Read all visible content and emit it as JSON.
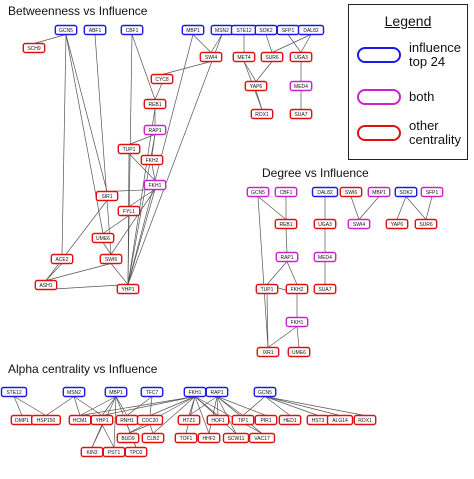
{
  "colors": {
    "influence": "#1a1ae6",
    "both": "#cc22cc",
    "other": "#e01010",
    "edge": "#555555"
  },
  "titles": {
    "betweenness": "Betweenness vs Influence",
    "degree": "Degree vs Influence",
    "alpha": "Alpha centrality vs Influence"
  },
  "legend": {
    "title": "Legend",
    "items": [
      {
        "type": "influence",
        "label_lines": [
          "influence",
          "top 24"
        ]
      },
      {
        "type": "both",
        "label_lines": [
          "both"
        ]
      },
      {
        "type": "other",
        "label_lines": [
          "other",
          "centrality"
        ]
      }
    ]
  },
  "nodes": [
    {
      "id": "b_sch9",
      "label": "SCH9",
      "type": "other"
    },
    {
      "id": "b_gcn5",
      "label": "GCN5",
      "type": "influence"
    },
    {
      "id": "b_abf1",
      "label": "ABF1",
      "type": "influence"
    },
    {
      "id": "b_cbf1",
      "label": "CBF1",
      "type": "influence"
    },
    {
      "id": "b_mbp1",
      "label": "MBP1",
      "type": "influence"
    },
    {
      "id": "b_msn2",
      "label": "MSN2",
      "type": "influence"
    },
    {
      "id": "b_ste12",
      "label": "STE12",
      "type": "influence"
    },
    {
      "id": "b_sok2",
      "label": "SOK2",
      "type": "influence"
    },
    {
      "id": "b_sfp1",
      "label": "SFP1",
      "type": "influence"
    },
    {
      "id": "b_dal82",
      "label": "DAL82",
      "type": "influence"
    },
    {
      "id": "b_swi4",
      "label": "SWI4",
      "type": "other"
    },
    {
      "id": "b_met4",
      "label": "MET4",
      "type": "other"
    },
    {
      "id": "b_sur6",
      "label": "SUR6",
      "type": "other"
    },
    {
      "id": "b_uga3",
      "label": "UGA3",
      "type": "other"
    },
    {
      "id": "b_cyc8",
      "label": "CYC8",
      "type": "other"
    },
    {
      "id": "b_yap6",
      "label": "YAP6",
      "type": "other"
    },
    {
      "id": "b_med4",
      "label": "MED4",
      "type": "both"
    },
    {
      "id": "b_reb1",
      "label": "REB1",
      "type": "other"
    },
    {
      "id": "b_rox1",
      "label": "ROX1",
      "type": "other"
    },
    {
      "id": "b_sua7",
      "label": "SUA7",
      "type": "other"
    },
    {
      "id": "b_rap1",
      "label": "RAP1",
      "type": "both"
    },
    {
      "id": "b_tup1",
      "label": "TUP1",
      "type": "other"
    },
    {
      "id": "b_fkh2",
      "label": "FKH2",
      "type": "other"
    },
    {
      "id": "b_fkh1",
      "label": "FKH1",
      "type": "both"
    },
    {
      "id": "b_sir1",
      "label": "SIR1",
      "type": "other"
    },
    {
      "id": "b_fyl1",
      "label": "FYL1",
      "type": "other"
    },
    {
      "id": "b_ume6",
      "label": "UME6",
      "type": "other"
    },
    {
      "id": "b_ace2",
      "label": "ACE2",
      "type": "other"
    },
    {
      "id": "b_swi6",
      "label": "SWI6",
      "type": "other"
    },
    {
      "id": "b_ash1",
      "label": "ASH1",
      "type": "other"
    },
    {
      "id": "b_yhp1",
      "label": "YHP1",
      "type": "other"
    },
    {
      "id": "d_gcn5",
      "label": "GCN5",
      "type": "both"
    },
    {
      "id": "d_cbf1",
      "label": "CBF1",
      "type": "both"
    },
    {
      "id": "d_dal82",
      "label": "DAL82",
      "type": "influence"
    },
    {
      "id": "d_swi6",
      "label": "SWI6",
      "type": "other"
    },
    {
      "id": "d_mbp1",
      "label": "MBP1",
      "type": "both"
    },
    {
      "id": "d_sok2",
      "label": "SOK2",
      "type": "influence"
    },
    {
      "id": "d_sfp1",
      "label": "SFP1",
      "type": "both"
    },
    {
      "id": "d_reb1",
      "label": "REB1",
      "type": "other"
    },
    {
      "id": "d_uga3",
      "label": "UGA3",
      "type": "other"
    },
    {
      "id": "d_swi4",
      "label": "SWI4",
      "type": "both"
    },
    {
      "id": "d_yap6",
      "label": "YAP6",
      "type": "other"
    },
    {
      "id": "d_sur6",
      "label": "SUR6",
      "type": "other"
    },
    {
      "id": "d_rap1",
      "label": "RAP1",
      "type": "both"
    },
    {
      "id": "d_med4",
      "label": "MED4",
      "type": "both"
    },
    {
      "id": "d_tup1",
      "label": "TUP1",
      "type": "other"
    },
    {
      "id": "d_fkh2",
      "label": "FKH2",
      "type": "other"
    },
    {
      "id": "d_sua7",
      "label": "SUA7",
      "type": "other"
    },
    {
      "id": "d_fkh1",
      "label": "FKH1",
      "type": "both"
    },
    {
      "id": "d_ixr1",
      "label": "IXR1",
      "type": "other"
    },
    {
      "id": "d_ume6",
      "label": "UME6",
      "type": "other"
    },
    {
      "id": "a_ste12",
      "label": "STE12",
      "type": "influence"
    },
    {
      "id": "a_msn2",
      "label": "MSN2",
      "type": "influence"
    },
    {
      "id": "a_mbp1",
      "label": "MBP1",
      "type": "influence"
    },
    {
      "id": "a_tfc7",
      "label": "TFC7",
      "type": "influence"
    },
    {
      "id": "a_fkh1",
      "label": "FKH1",
      "type": "influence"
    },
    {
      "id": "a_rap1",
      "label": "RAP1",
      "type": "influence"
    },
    {
      "id": "a_gcn5",
      "label": "GCN5",
      "type": "influence"
    },
    {
      "id": "a_dmp1",
      "label": "DMP1",
      "type": "other"
    },
    {
      "id": "a_hsp150",
      "label": "HSP150",
      "type": "other"
    },
    {
      "id": "a_hcm1",
      "label": "HCM1",
      "type": "other"
    },
    {
      "id": "a_yhp1",
      "label": "YHP1",
      "type": "other"
    },
    {
      "id": "a_rnh1",
      "label": "RNH1",
      "type": "other"
    },
    {
      "id": "a_cdc20",
      "label": "CDC20",
      "type": "other"
    },
    {
      "id": "a_htz1",
      "label": "HTZ1",
      "type": "other"
    },
    {
      "id": "a_hof1",
      "label": "HOF1",
      "type": "other"
    },
    {
      "id": "a_tip1",
      "label": "TIP1",
      "type": "other"
    },
    {
      "id": "a_pir1",
      "label": "PIR1",
      "type": "other"
    },
    {
      "id": "a_hed1",
      "label": "HED1",
      "type": "other"
    },
    {
      "id": "a_hst3",
      "label": "HST3",
      "type": "other"
    },
    {
      "id": "a_alg14",
      "label": "ALG14",
      "type": "other"
    },
    {
      "id": "a_rox1",
      "label": "ROX1",
      "type": "other"
    },
    {
      "id": "a_bud9",
      "label": "BUD9",
      "type": "other"
    },
    {
      "id": "a_clb2",
      "label": "CLB2",
      "type": "other"
    },
    {
      "id": "a_tof1",
      "label": "TOF1",
      "type": "other"
    },
    {
      "id": "a_hhf2",
      "label": "HHF2",
      "type": "other"
    },
    {
      "id": "a_scw11",
      "label": "SCW11",
      "type": "other"
    },
    {
      "id": "a_vac17",
      "label": "VAC17",
      "type": "other"
    },
    {
      "id": "a_kin3",
      "label": "KIN3",
      "type": "other"
    },
    {
      "id": "a_pst1",
      "label": "PST1",
      "type": "other"
    },
    {
      "id": "a_tpo2",
      "label": "TPO2",
      "type": "other"
    }
  ]
}
